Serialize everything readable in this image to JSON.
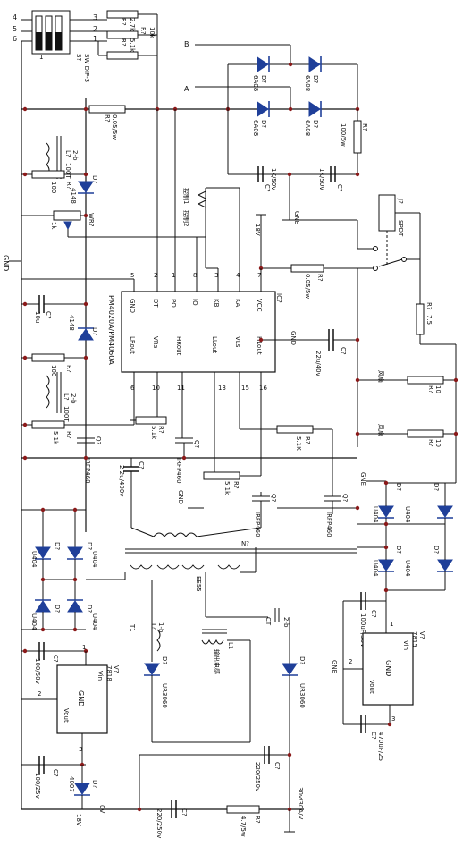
{
  "switch": {
    "pins": [
      "4",
      "5",
      "6",
      "3",
      "2",
      "1"
    ],
    "ref": "S?",
    "name": "SW DIP-3",
    "pin1": "1"
  },
  "res_top": [
    {
      "ref": "R?",
      "val": "2.7k"
    },
    {
      "ref": "R?",
      "val": "5.1k"
    },
    {
      "ref": "R?",
      "val": "10k"
    }
  ],
  "inputs": {
    "b": "B",
    "a": "A"
  },
  "bridge_diodes": {
    "ref": "D?",
    "val": "6A08"
  },
  "r_0_05": {
    "ref": "R?",
    "val": "0.05/5w"
  },
  "r_100_5w": {
    "ref": "R?",
    "val": "100/5w"
  },
  "caps_1k": [
    {
      "ref": "C?",
      "val": "1K/50V"
    },
    {
      "ref": "C?",
      "val": "1K/50V"
    }
  ],
  "aux_left_top": {
    "l_ref": "L?",
    "l_val": "100T",
    "l_tag": "2-b",
    "r_ref": "R?",
    "r_val": "100",
    "d_ref": "D?",
    "d_val": "4148"
  },
  "wr": {
    "ref": "WR?",
    "val": "1k"
  },
  "ctrl_labels": {
    "c1": "控制1",
    "c2": "控制2"
  },
  "v18": "18V",
  "gnd": "GND",
  "spdt": {
    "ref": "J?",
    "name": "SPDT"
  },
  "r_0_05_2": {
    "ref": "R?",
    "val": "0.05/5w"
  },
  "ic": {
    "ref": "IC?",
    "name": "PM4020A/PM4060A",
    "top_pins": [
      {
        "num": "5",
        "name": "GND"
      },
      {
        "num": "2",
        "name": "DT"
      },
      {
        "num": "1",
        "name": "PO"
      },
      {
        "num": "8",
        "name": "IO"
      },
      {
        "num": "3",
        "name": "KB"
      },
      {
        "num": "4",
        "name": "KA"
      },
      {
        "num": "7",
        "name": "VCC"
      }
    ],
    "bottom_pins": [
      {
        "num": "6",
        "name": "LRout"
      },
      {
        "num": "10",
        "name": "VRs"
      },
      {
        "num": "11",
        "name": "HRout"
      },
      {
        "num": "13",
        "name": "LLout"
      },
      {
        "num": "15",
        "name": "VLs"
      },
      {
        "num": "16",
        "name": "HLout"
      }
    ]
  },
  "c_10u": {
    "ref": "C?",
    "val": "10u"
  },
  "d_4148b": {
    "ref": "D?",
    "val": "4148"
  },
  "r_100b": {
    "ref": "R?",
    "val": "100"
  },
  "l_100t_b": {
    "ref": "L?",
    "val": "100T",
    "tag": "2-b"
  },
  "r_5_1k_a": {
    "ref": "R?",
    "val": "5.1k"
  },
  "c_22u": {
    "ref": "C?",
    "val": "22u/40v"
  },
  "r_7_5": {
    "ref": "R?",
    "val": "7.5"
  },
  "fan": {
    "label": "风扇",
    "r_ref": "R?",
    "r_val": "10"
  },
  "fan2": {
    "label": "风扇",
    "r_ref": "R?",
    "r_val": "10"
  },
  "mosfets": [
    {
      "ref": "Q?",
      "name": "IRFP460"
    },
    {
      "ref": "Q?",
      "name": "IRFP460"
    },
    {
      "ref": "Q?",
      "name": "IRFP460"
    },
    {
      "ref": "Q?",
      "name": "IRFP460"
    }
  ],
  "r_5_1k_b": {
    "ref": "R?",
    "val": "5.1k"
  },
  "r_5_1k_c": {
    "ref": "R?",
    "val": "5.1K"
  },
  "r_5_1k_d": {
    "ref": "R?",
    "val": "5.1k"
  },
  "c_2_2u": {
    "ref": "C?",
    "val": "2.2u/400v"
  },
  "transformer": {
    "ref": "N?",
    "core": "EE55"
  },
  "u404": {
    "ref": "D?",
    "val": "U404"
  },
  "reg_left": {
    "ref": "V?",
    "name": "7818",
    "vin": "Vin",
    "gnd": "GND",
    "vout": "Vout",
    "p1": "1",
    "p2": "2",
    "p3": "3"
  },
  "reg_right": {
    "ref": "V?",
    "name": "7815",
    "vin": "Vin",
    "gnd": "GND",
    "vout": "Vout",
    "p1": "1",
    "p2": "2",
    "p3": "3"
  },
  "c_100_50v": {
    "ref": "C?",
    "val": "100/50v"
  },
  "c_100_25v": {
    "ref": "C?",
    "val": "100/25v"
  },
  "c_100u_50v": {
    "ref": "C?",
    "val": "100uF/50V"
  },
  "c_470u_25v": {
    "ref": "C?",
    "val": "470uF/25"
  },
  "d_4007": {
    "ref": "D?",
    "val": "4007"
  },
  "v18b": "18V",
  "t1": {
    "ref": "T?",
    "tag": "1-b",
    "ref2": "T1"
  },
  "l_out": {
    "ref": "L1",
    "val": "输出电感"
  },
  "ur3060": [
    {
      "ref": "D?",
      "val": "UR3060"
    },
    {
      "ref": "D?",
      "val": "UR3060"
    }
  ],
  "ct_right": {
    "ref": "CT",
    "tag": "2-b"
  },
  "c_220_250v": {
    "ref": "C?",
    "val": "220/250v"
  },
  "c_220_250v_b": {
    "ref": "C?",
    "val": "220/250v"
  },
  "r_4_7": {
    "ref": "R?",
    "val": "4.7/5w"
  },
  "out_v": "30v/30A/V",
  "zero_v": "0V"
}
